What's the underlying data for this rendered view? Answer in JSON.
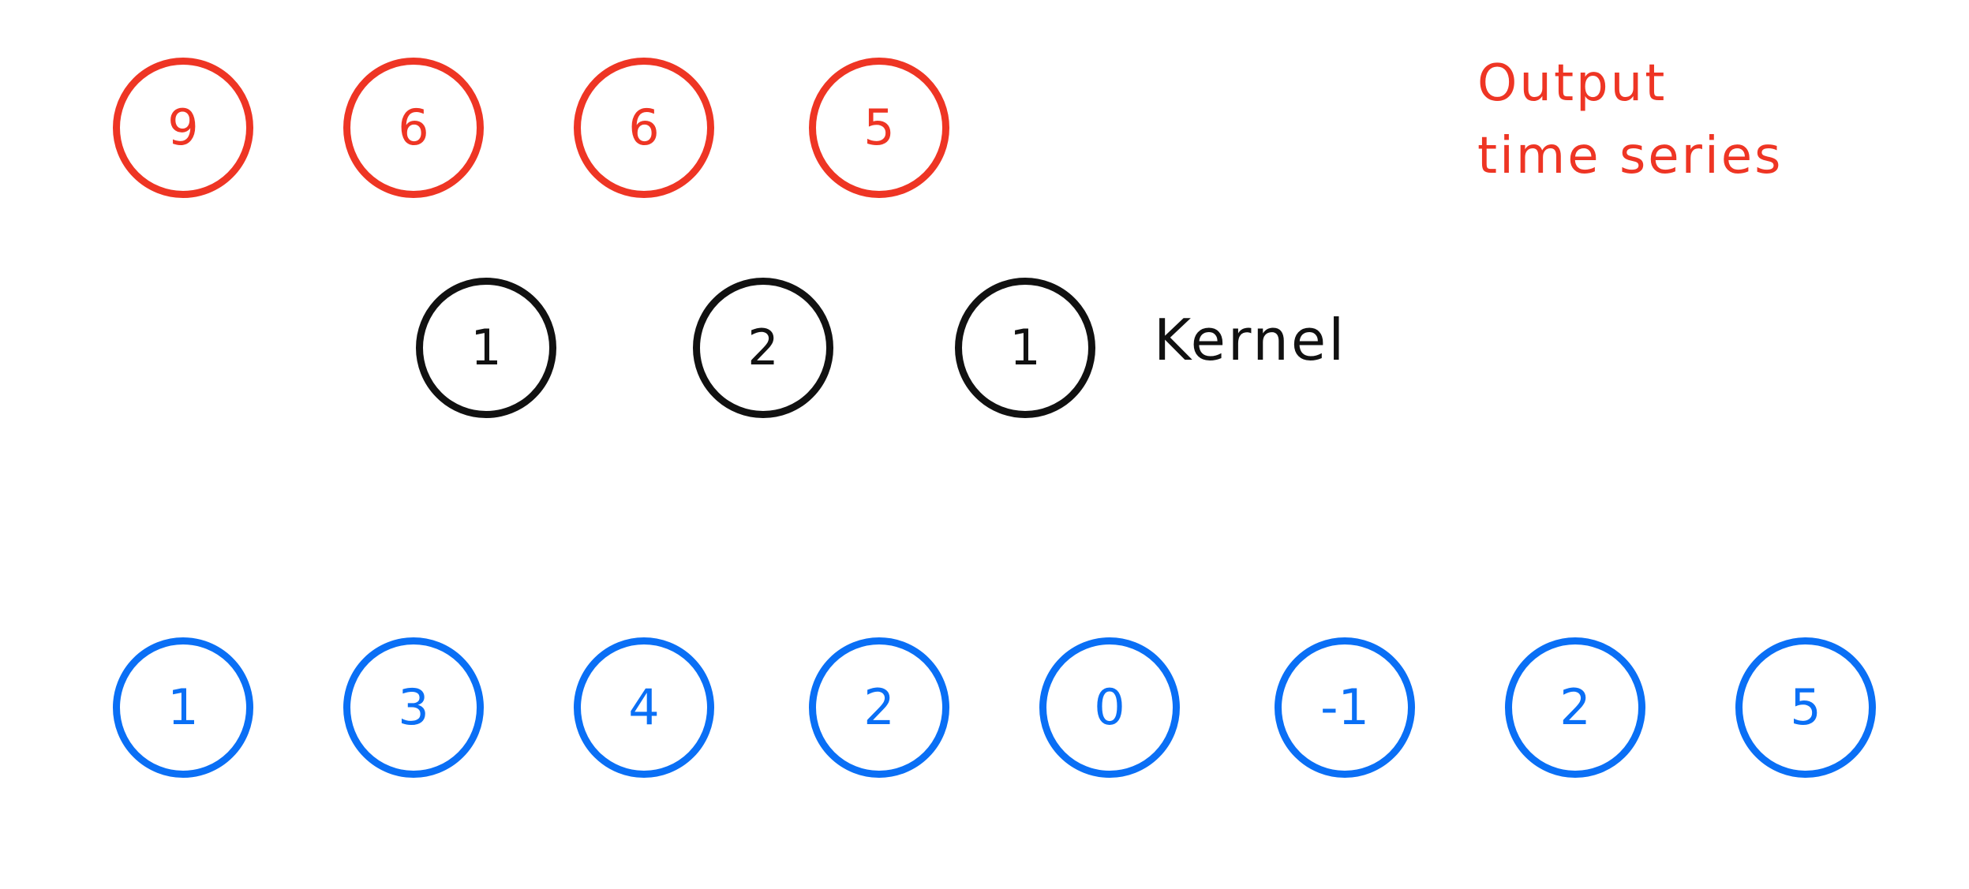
{
  "output": {
    "label": "Output\ntime series",
    "values": [
      "9",
      "6",
      "6",
      "5"
    ],
    "color": "#ee3524"
  },
  "kernel": {
    "label": "Kernel",
    "values": [
      "1",
      "2",
      "1"
    ],
    "color": "#111111"
  },
  "input": {
    "values": [
      "1",
      "3",
      "4",
      "2",
      "0",
      "-1",
      "2",
      "5"
    ],
    "color": "#0a6ff5"
  }
}
